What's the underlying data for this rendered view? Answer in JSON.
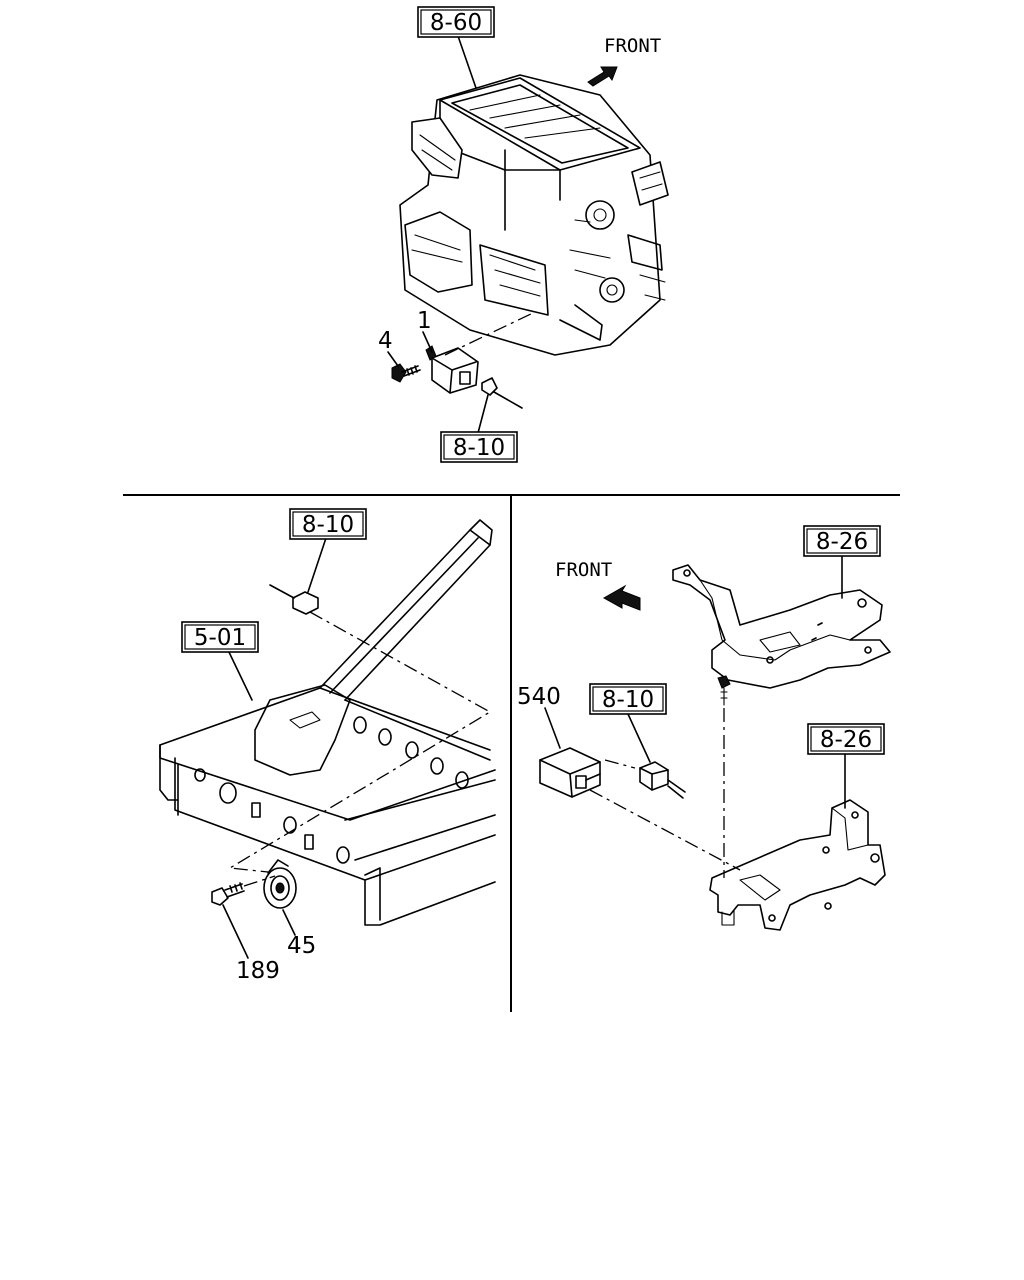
{
  "top_section": {
    "ref_box": "8-60",
    "direction_label": "FRONT",
    "callout_1": "1",
    "callout_4": "4",
    "ref_box_bottom": "8-10"
  },
  "left_section": {
    "ref_box_top": "8-10",
    "ref_box_frame": "5-01",
    "callout_45": "45",
    "callout_189": "189"
  },
  "right_section": {
    "direction_label": "FRONT",
    "ref_box_upper": "8-26",
    "ref_box_lower": "8-26",
    "callout_540": "540",
    "ref_box_connector": "8-10"
  }
}
